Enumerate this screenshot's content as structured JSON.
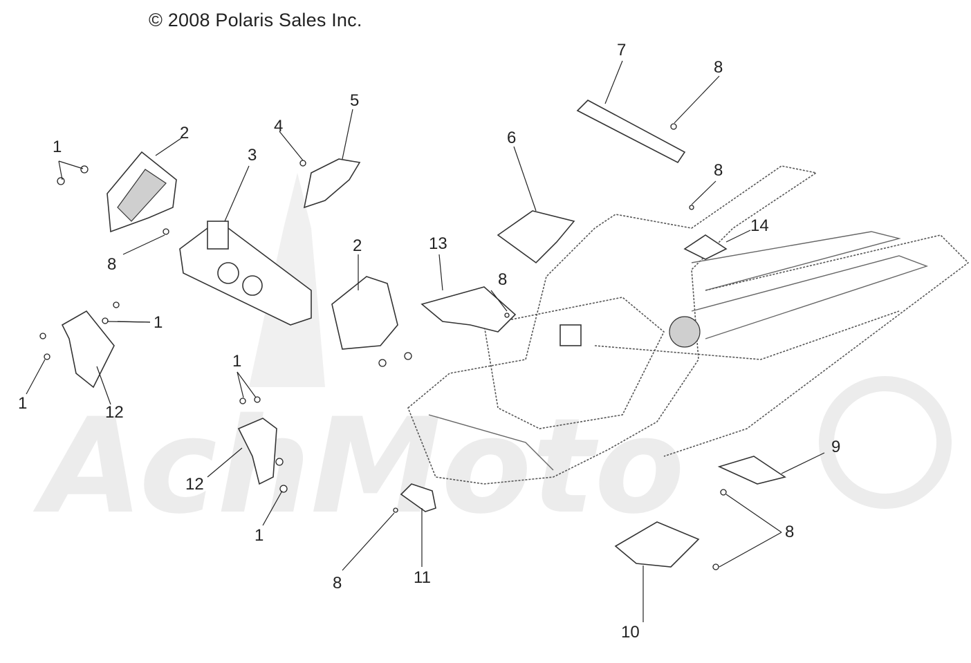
{
  "copyright": "© 2008 Polaris Sales Inc.",
  "watermark": {
    "text": "AchMoto"
  },
  "callouts": [
    {
      "id": "c1a",
      "label": "1"
    },
    {
      "id": "c2a",
      "label": "2"
    },
    {
      "id": "c3",
      "label": "3"
    },
    {
      "id": "c4",
      "label": "4"
    },
    {
      "id": "c5",
      "label": "5"
    },
    {
      "id": "c8a",
      "label": "8"
    },
    {
      "id": "c1b",
      "label": "1"
    },
    {
      "id": "c1c",
      "label": "1"
    },
    {
      "id": "c12a",
      "label": "12"
    },
    {
      "id": "c2b",
      "label": "2"
    },
    {
      "id": "c1d",
      "label": "1"
    },
    {
      "id": "c12b",
      "label": "12"
    },
    {
      "id": "c1e",
      "label": "1"
    },
    {
      "id": "c13",
      "label": "13"
    },
    {
      "id": "c8b",
      "label": "8"
    },
    {
      "id": "c6",
      "label": "6"
    },
    {
      "id": "c7",
      "label": "7"
    },
    {
      "id": "c8c",
      "label": "8"
    },
    {
      "id": "c8d",
      "label": "8"
    },
    {
      "id": "c14",
      "label": "14"
    },
    {
      "id": "c9",
      "label": "9"
    },
    {
      "id": "c8e",
      "label": "8"
    },
    {
      "id": "c10",
      "label": "10"
    },
    {
      "id": "c8f",
      "label": "8"
    },
    {
      "id": "c11",
      "label": "11"
    }
  ]
}
